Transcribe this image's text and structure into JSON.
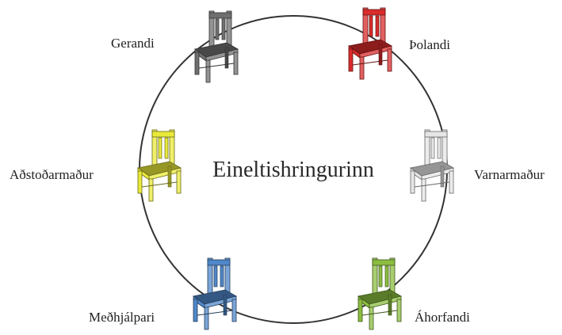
{
  "diagram": {
    "center_title": "Eineltishringurinn",
    "roles": [
      {
        "key": "gerandi",
        "label": "Gerandi",
        "color": "#6f6f6f"
      },
      {
        "key": "tholandi",
        "label": "Þolandi",
        "color": "#d92b2b"
      },
      {
        "key": "varnarmadur",
        "label": "Varnarmaður",
        "color": "#e6e6e6"
      },
      {
        "key": "ahorfandi",
        "label": "Áhorfandi",
        "color": "#8bbd3f"
      },
      {
        "key": "medhjalpari",
        "label": "Meðhjálpari",
        "color": "#4f87c9"
      },
      {
        "key": "adstodarmadur",
        "label": "Aðstoðarmaður",
        "color": "#e9e93a"
      }
    ],
    "circle_color": "#333333"
  }
}
